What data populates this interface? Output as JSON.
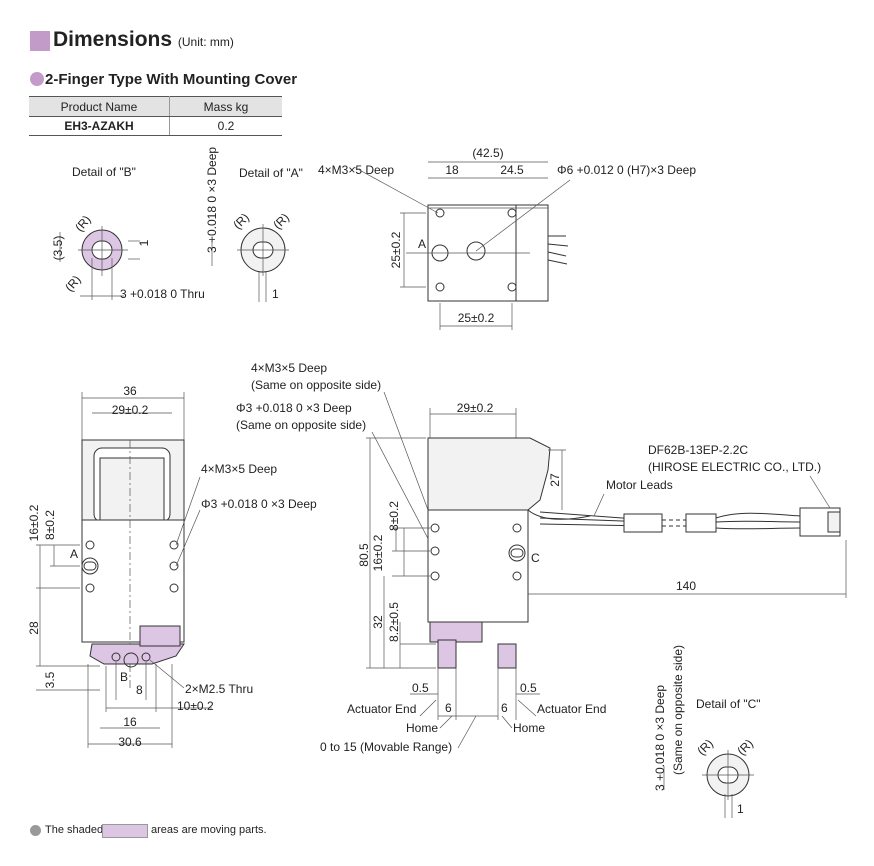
{
  "header": {
    "title": "Dimensions",
    "unit": "(Unit: mm)"
  },
  "section": {
    "title": "2-Finger Type With Mounting Cover"
  },
  "spec_table": {
    "headers": [
      "Product Name",
      "Mass kg"
    ],
    "rows": [
      [
        "EH3-AZAKH",
        "0.2"
      ]
    ]
  },
  "labels": {
    "detail_b": "Detail of \"B\"",
    "detail_a": "Detail of \"A\"",
    "detail_c": "Detail of \"C\"",
    "r": "(R)",
    "thru_b": "3 +0.018 0 Thru",
    "deep_a": "3 +0.018 0 ×3 Deep",
    "dim_35": "(3.5)",
    "dim_1": "1",
    "m3_deep": "4×M3×5 Deep",
    "phi6": "Φ6 +0.012 0 (H7)×3 Deep",
    "dim_425": "(42.5)",
    "dim_18": "18",
    "dim_245": "24.5",
    "a": "A",
    "b": "B",
    "c": "C",
    "dim_25a": "25±0.2",
    "dim_25b": "25±0.2",
    "dim_36": "36",
    "dim_29a": "29±0.2",
    "dim_29b": "29±0.2",
    "m3_deep_2": "4×M3×5 Deep",
    "phi3_deep": "Φ3 +0.018 0 ×3 Deep",
    "dim_16": "16±0.2",
    "dim_8": "8±0.2",
    "dim_28": "28",
    "dim_35b": "3.5",
    "dim_8b": "8",
    "m25_thru": "2×M2.5 Thru",
    "dim_10": "10±0.2",
    "dim_16b": "16",
    "dim_306": "30.6",
    "m3_deep_3": "4×M3×5 Deep",
    "same_side": "(Same on opposite side)",
    "phi3_deep_2": "Φ3 +0.018 0 ×3 Deep",
    "same_side_2": "(Same on opposite side)",
    "connector": "DF62B-13EP-2.2C",
    "maker": "(HIROSE ELECTRIC CO., LTD.)",
    "motor_leads": "Motor Leads",
    "dim_27": "27",
    "dim_805": "80.5",
    "dim_8c": "8±0.2",
    "dim_16c": "16±0.2",
    "dim_32": "32",
    "dim_82": "8.2±0.5",
    "dim_140": "140",
    "dim_05a": "0.5",
    "dim_05b": "0.5",
    "actuator_end_l": "Actuator End",
    "actuator_end_r": "Actuator End",
    "dim_6a": "6",
    "dim_6b": "6",
    "home_l": "Home",
    "home_r": "Home",
    "movable": "0 to 15 (Movable Range)",
    "deep_c": "3 +0.018 0 ×3 Deep",
    "same_side_c": "(Same on opposite side)",
    "dim_1c": "1"
  },
  "footer": {
    "pre": "The shaded",
    "post": "areas are moving parts."
  }
}
